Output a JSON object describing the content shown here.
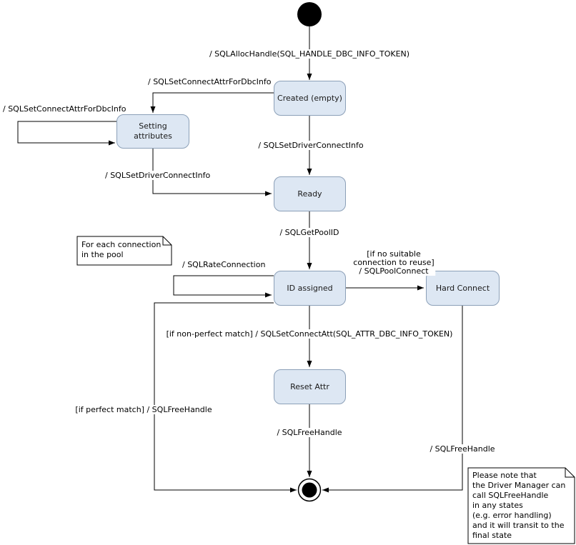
{
  "diagram": {
    "states": {
      "created": "Created (empty)",
      "setting": "Setting\nattributes",
      "ready": "Ready",
      "id_assigned": "ID assigned",
      "hard_connect": "Hard Connect",
      "reset_attr": "Reset Attr"
    },
    "transitions": {
      "alloc_handle": "/ SQLAllocHandle(SQL_HANDLE_DBC_INFO_TOKEN)",
      "set_connect_attr_to_setting": "/ SQLSetConnectAttrForDbcInfo",
      "set_connect_attr_self": "/ SQLSetConnectAttrForDbcInfo",
      "set_driver_connect_from_setting": "/ SQLSetDriverConnectInfo",
      "set_driver_connect_from_created": "/ SQLSetDriverConnectInfo",
      "get_pool_id": "/ SQLGetPoolID",
      "rate_connection": "/ SQLRateConnection",
      "pool_connect": "[if no suitable\nconnection to reuse]\n/ SQLPoolConnect",
      "non_perfect_match": "[if non-perfect match] / SQLSetConnectAtt(SQL_ATTR_DBC_INFO_TOKEN)",
      "free_handle_from_reset": "/ SQLFreeHandle",
      "perfect_match": "[if perfect match] / SQLFreeHandle",
      "free_handle_from_hard": "/ SQLFreeHandle"
    },
    "notes": {
      "pool_note": "For each connection\nin the pool",
      "driver_manager_note": "Please note that\nthe Driver Manager can\ncall SQLFreeHandle\nin any states\n(e.g. error handling)\nand it will transit to the\nfinal state"
    }
  },
  "colors": {
    "state_fill": "#dde7f3",
    "state_border": "#8ca0b8",
    "line": "#000000",
    "note_fill": "#ffffff"
  }
}
